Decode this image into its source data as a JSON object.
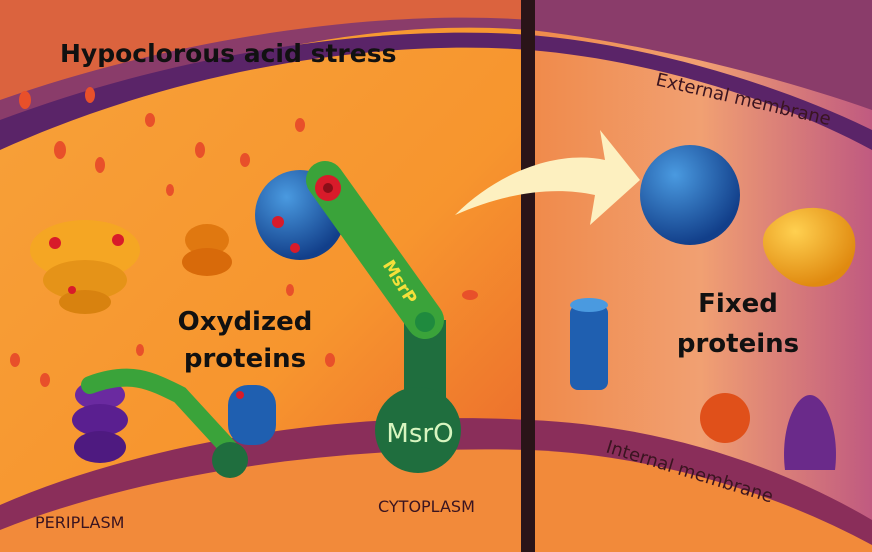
{
  "title": "Hypoclorous acid stress",
  "labels": {
    "external_membrane": "External membrane",
    "internal_membrane": "Internal membrane",
    "oxidized_line1": "Oxydized",
    "oxidized_line2": "proteins",
    "fixed_line1": "Fixed",
    "fixed_line2": "proteins",
    "msrp": "MsrP",
    "msro": "MsrO",
    "periplasm": "PERIPLASM",
    "cytoplasm": "CYTOPLASM"
  },
  "colors": {
    "background_orange": "#f59a2f",
    "membrane_purple": "#6a2a6e",
    "enzyme_green": "#3aa33a",
    "enzyme_dark_green": "#1f6e3e",
    "protein_blue": "#1f5fb0",
    "divider": "#2a1418"
  }
}
